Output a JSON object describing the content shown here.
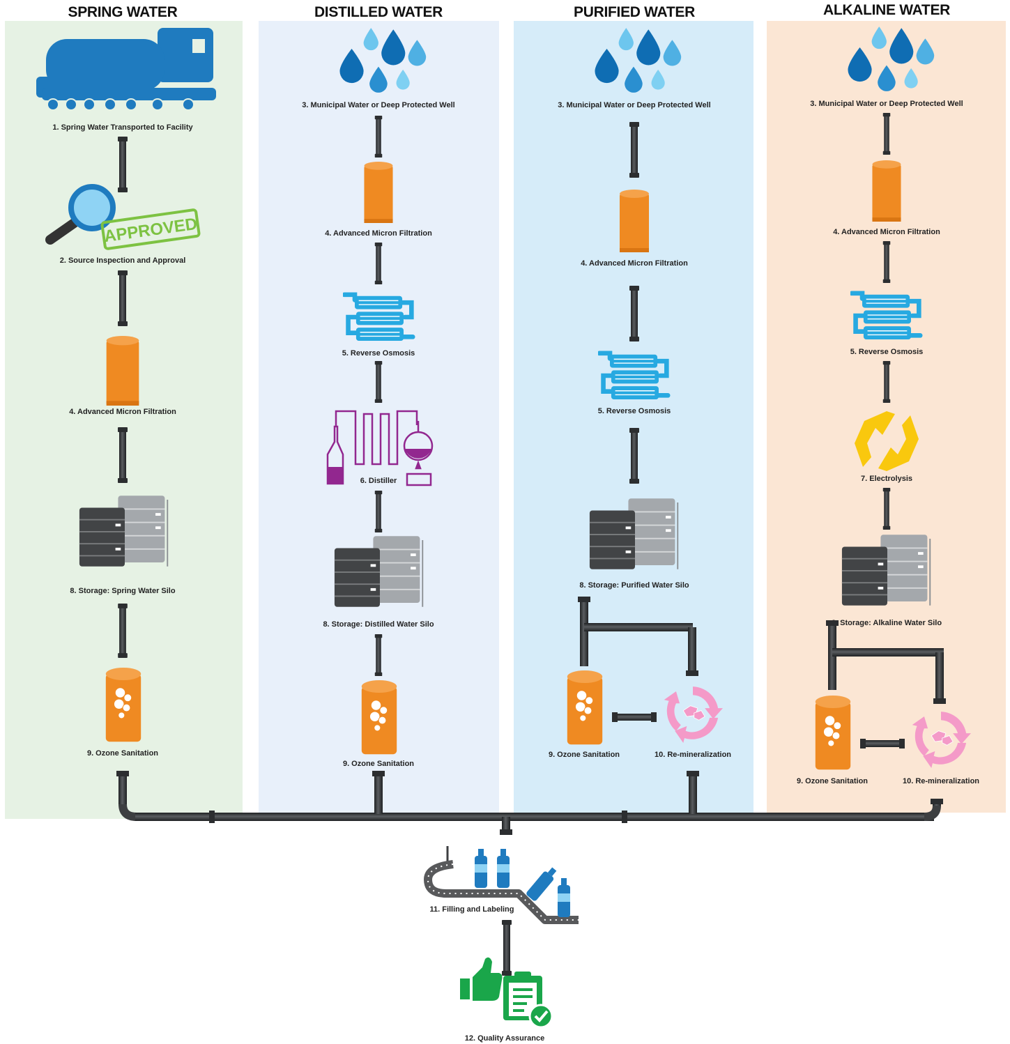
{
  "columns": {
    "spring": {
      "title": "SPRING WATER",
      "bg_color": "#e6f2e4",
      "steps": [
        "1. Spring Water Transported to Facility",
        "2. Source Inspection and Approval",
        "4. Advanced Micron Filtration",
        "8. Storage: Spring Water Silo",
        "9. Ozone Sanitation"
      ]
    },
    "distilled": {
      "title": "DISTILLED WATER",
      "bg_color": "#e8f0fa",
      "steps": [
        "3. Municipal Water or Deep Protected Well",
        "4. Advanced Micron Filtration",
        "5. Reverse Osmosis",
        "6. Distiller",
        "8. Storage: Distilled Water Silo",
        "9. Ozone Sanitation"
      ]
    },
    "purified": {
      "title": "PURIFIED WATER",
      "bg_color": "#d6ecf9",
      "steps": [
        "3. Municipal Water or Deep Protected Well",
        "4. Advanced Micron Filtration",
        "5. Reverse Osmosis",
        "8. Storage: Purified Water Silo",
        "9. Ozone Sanitation",
        "10. Re-mineralization"
      ]
    },
    "alkaline": {
      "title": "ALKALINE WATER",
      "bg_color": "#fbe6d4",
      "steps": [
        "3. Municipal Water or Deep Protected Well",
        "4. Advanced Micron Filtration",
        "5. Reverse Osmosis",
        "7. Electrolysis",
        "8. Storage: Alkaline Water Silo",
        "9. Ozone Sanitation",
        "10. Re-mineralization"
      ]
    }
  },
  "shared_steps": [
    "11. Filling and Labeling",
    "12. Quality Assurance"
  ],
  "stamp_text": "APPROVED",
  "colors": {
    "pipe": "#3d3f41",
    "filter_orange": "#ef8a22",
    "truck_blue": "#1f7bbf",
    "osmosis_blue": "#27a9e1",
    "distiller_purple": "#92278f",
    "electrolysis_yellow": "#f9c80e",
    "remineral_pink": "#f49ac8",
    "qa_green": "#1aa64a",
    "silo_dark": "#424446",
    "silo_light": "#a4a8ac"
  },
  "icons": [
    "tanker-truck-icon",
    "magnifier-icon",
    "approved-stamp-icon",
    "water-drops-icon",
    "micron-filter-icon",
    "reverse-osmosis-icon",
    "distiller-icon",
    "electrolysis-icon",
    "storage-silo-icon",
    "ozone-tank-icon",
    "remineralization-icon",
    "bottling-line-icon",
    "thumbs-up-icon",
    "clipboard-check-icon"
  ]
}
